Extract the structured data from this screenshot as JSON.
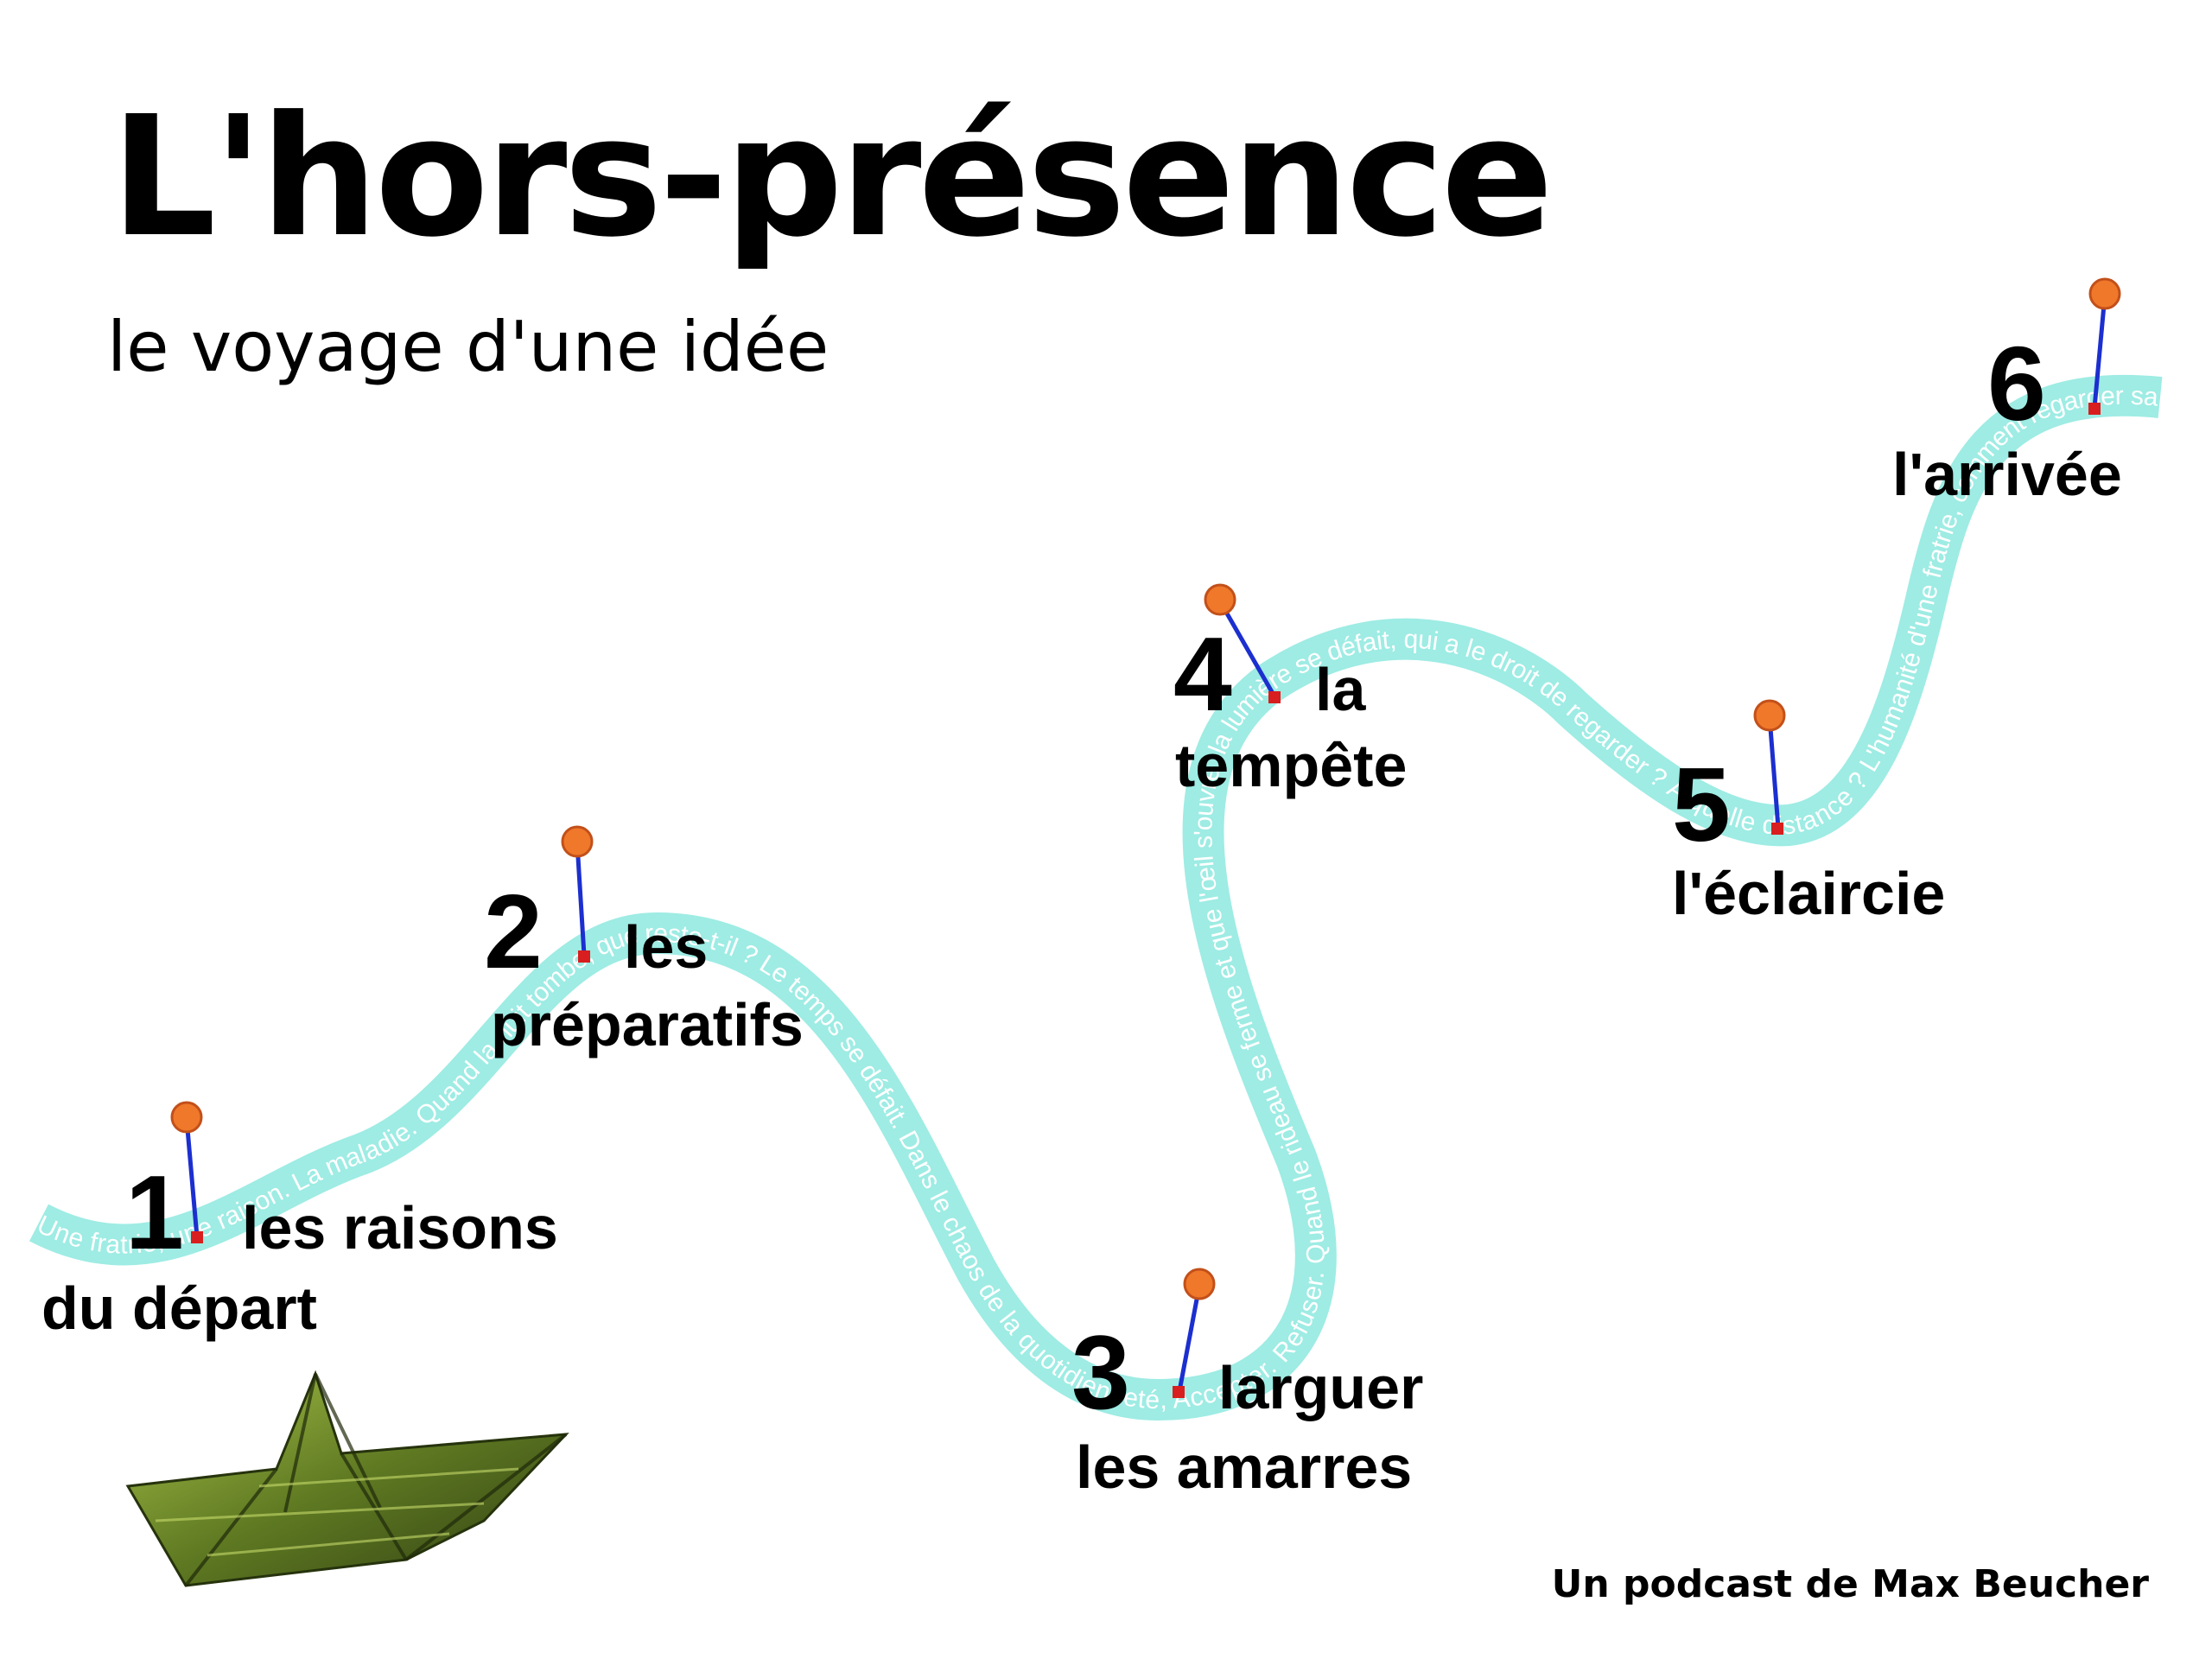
{
  "title": "L'hors-présence",
  "subtitle": "le voyage d'une idée",
  "credit": "Un podcast de Max Beucher",
  "ribbon_text": "Une fratrie, une raison. La maladie. Quand la nuit tombe, que reste-t-il ? Le temps se défait. Dans le chaos de la quotidienneté, Accepter. Refuser. Quand le rideau se ferme et que l'œil s'ouvre, la lumière se défait, qui a le droit de regarder ? À quelle distance ? L'humanité d'une fratrie, comment regarder sans juger ? Et si l'on regardait un proche ?",
  "steps": [
    {
      "number": "1",
      "line1": "les raisons",
      "line2": "du départ"
    },
    {
      "number": "2",
      "line1": "les",
      "line2": "préparatifs"
    },
    {
      "number": "3",
      "line1": "larguer",
      "line2": "les amarres"
    },
    {
      "number": "4",
      "line1": "la",
      "line2": "tempête"
    },
    {
      "number": "5",
      "line1": "",
      "line2": "l'éclaircie"
    },
    {
      "number": "6",
      "line1": "",
      "line2": "l'arrivée"
    }
  ],
  "colors": {
    "ribbon": "#9eece4",
    "pin_head": "#f0782a",
    "pin_needle": "#1c2fcf",
    "pin_base": "#d81e1e",
    "boat": "#6f8a2a"
  }
}
